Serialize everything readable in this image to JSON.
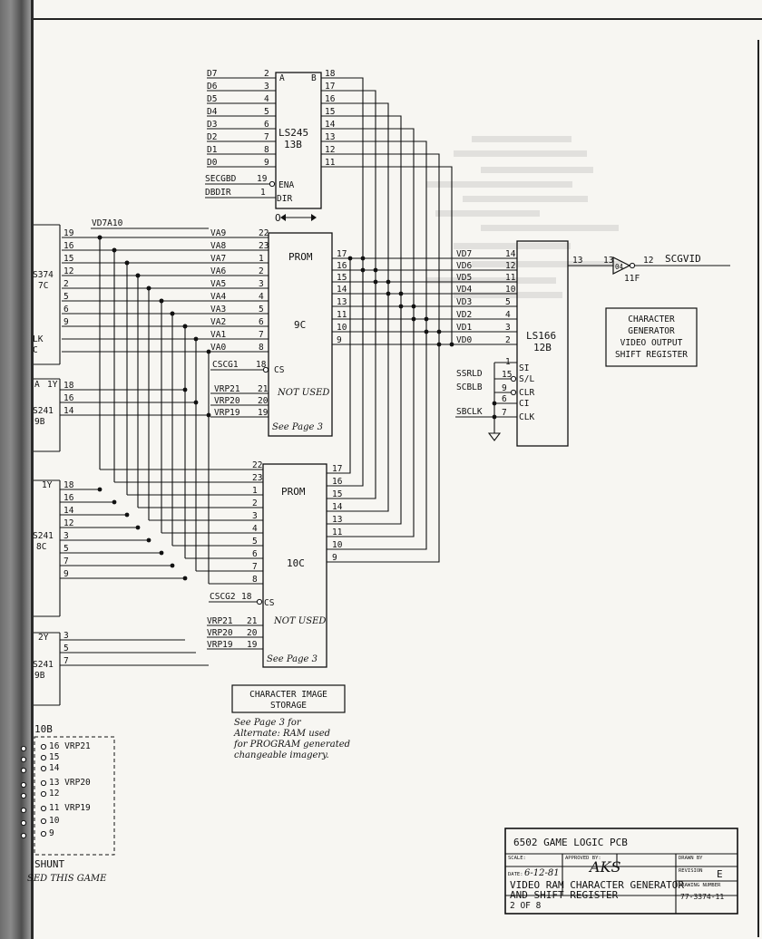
{
  "chips": {
    "ls245": {
      "name": "LS245",
      "ref": "13B",
      "pin_a": "A",
      "pin_b": "B",
      "ena": "ENA",
      "dir": "DIR",
      "dir_arrow": "O"
    },
    "prom_9c": {
      "title": "PROM",
      "ref": "9C",
      "cs": "CS",
      "not_used": "NOT USED",
      "see_page": "See Page 3"
    },
    "prom_10c": {
      "title": "PROM",
      "ref": "10C",
      "cs": "CS",
      "not_used": "NOT USED",
      "see_page": "See Page 3"
    },
    "ls166": {
      "name": "LS166",
      "ref": "12B",
      "si": "SI",
      "sl": "S/L",
      "clr": "CLR",
      "ci": "CI",
      "clk": "CLK"
    },
    "inverter": {
      "ref": "04",
      "loc": "11F",
      "in_pin": "13",
      "out_pin": "12"
    },
    "ls374_7c": {
      "name": "S374",
      "ref": "7C",
      "clk": "LK",
      "clk_ref": "C"
    },
    "ls241_9b": {
      "name": "S241",
      "ref": "9B",
      "pin_a": "A",
      "pin_y": "1Y"
    },
    "ls241_8c": {
      "name": "S241",
      "ref": "8C",
      "pin_y": "1Y"
    },
    "ls241_9b_b": {
      "name": "S241",
      "ref": "9B",
      "pin_y": "2Y"
    }
  },
  "signals": {
    "ls245_inputs": [
      {
        "name": "D7",
        "pin": "2"
      },
      {
        "name": "D6",
        "pin": "3"
      },
      {
        "name": "D5",
        "pin": "4"
      },
      {
        "name": "D4",
        "pin": "5"
      },
      {
        "name": "D3",
        "pin": "6"
      },
      {
        "name": "D2",
        "pin": "7"
      },
      {
        "name": "D1",
        "pin": "8"
      },
      {
        "name": "D0",
        "pin": "9"
      }
    ],
    "ls245_outputs": [
      "18",
      "17",
      "16",
      "15",
      "14",
      "13",
      "12",
      "11"
    ],
    "secgbd": {
      "name": "SECGBD",
      "pin": "19"
    },
    "dbdir": {
      "name": "DBDIR",
      "pin": "1"
    },
    "vd7a10": "VD7A10",
    "prom9c_addr": [
      {
        "name": "VA9",
        "pin": "22"
      },
      {
        "name": "VA8",
        "pin": "23"
      },
      {
        "name": "VA7",
        "pin": "1"
      },
      {
        "name": "VA6",
        "pin": "2"
      },
      {
        "name": "VA5",
        "pin": "3"
      },
      {
        "name": "VA4",
        "pin": "4"
      },
      {
        "name": "VA3",
        "pin": "5"
      },
      {
        "name": "VA2",
        "pin": "6"
      },
      {
        "name": "VA1",
        "pin": "7"
      },
      {
        "name": "VA0",
        "pin": "8"
      }
    ],
    "prom9c_cs": {
      "name": "CSCG1",
      "pin": "18"
    },
    "prom9c_vrp": [
      {
        "name": "VRP21",
        "pin": "21"
      },
      {
        "name": "VRP20",
        "pin": "20"
      },
      {
        "name": "VRP19",
        "pin": "19"
      }
    ],
    "prom9c_out": [
      "17",
      "16",
      "15",
      "14",
      "13",
      "11",
      "10",
      "9"
    ],
    "prom10c_addr": [
      "22",
      "23",
      "1",
      "2",
      "3",
      "4",
      "5",
      "6",
      "7",
      "8"
    ],
    "prom10c_cs": {
      "name": "CSCG2",
      "pin": "18"
    },
    "prom10c_vrp": [
      {
        "name": "VRP21",
        "pin": "21"
      },
      {
        "name": "VRP20",
        "pin": "20"
      },
      {
        "name": "VRP19",
        "pin": "19"
      }
    ],
    "prom10c_out": [
      "17",
      "16",
      "15",
      "14",
      "13",
      "11",
      "10",
      "9"
    ],
    "vd_bus": [
      {
        "name": "VD7",
        "pin": "14"
      },
      {
        "name": "VD6",
        "pin": "12"
      },
      {
        "name": "VD5",
        "pin": "11"
      },
      {
        "name": "VD4",
        "pin": "10"
      },
      {
        "name": "VD3",
        "pin": "5"
      },
      {
        "name": "VD2",
        "pin": "4"
      },
      {
        "name": "VD1",
        "pin": "3"
      },
      {
        "name": "VD0",
        "pin": "2"
      }
    ],
    "ls166_si_pin": "1",
    "ls166_ctrl": [
      {
        "name": "SSRLD",
        "pin": "15"
      },
      {
        "name": "SCBLB",
        "pin": "9"
      },
      {
        "name": "",
        "pin": "6"
      },
      {
        "name": "SBCLK",
        "pin": "7"
      }
    ],
    "ls166_out_pin": "13",
    "scgvid": "SCGVID",
    "ls374_pins": [
      "19",
      "16",
      "15",
      "12",
      "2",
      "5",
      "6",
      "9"
    ],
    "ls241_9b_pins": [
      "18",
      "16",
      "14"
    ],
    "ls241_8c_pins": [
      "18",
      "16",
      "14",
      "12",
      "3",
      "5",
      "7",
      "9"
    ],
    "ls241_9b_b_pins": [
      "3",
      "5",
      "7"
    ]
  },
  "notes": {
    "shift_register": [
      "CHARACTER",
      "GENERATOR",
      "VIDEO OUTPUT",
      "SHIFT REGISTER"
    ],
    "char_image": [
      "CHARACTER IMAGE",
      "STORAGE"
    ],
    "alternate": [
      "See Page 3 for",
      "Alternate: RAM used",
      "for PROGRAM generated",
      "changeable imagery."
    ],
    "shunt_ref": "10B",
    "shunt_labels": [
      "16 VRP21",
      "15",
      "14",
      "13 VRP20",
      "12",
      "11 VRP19",
      "10",
      "9"
    ],
    "shunt": "SHUNT",
    "shunt_note": "SED THIS GAME"
  },
  "title_block": {
    "title": "6502 GAME LOGIC PCB",
    "scale_label": "SCALE:",
    "approved_label": "APPROVED BY:",
    "signature": "AKS",
    "drawn_label": "DRAWN BY",
    "date_label": "DATE:",
    "date": "6-12-81",
    "revision_label": "REVISION",
    "revision": "E",
    "desc1": "VIDEO RAM CHARACTER GENERATOR",
    "desc2": "AND SHIFT REGISTER",
    "sheet": "2 OF 8",
    "drawing_label": "DRAWING NUMBER",
    "drawing_number": "77-3374-11"
  }
}
